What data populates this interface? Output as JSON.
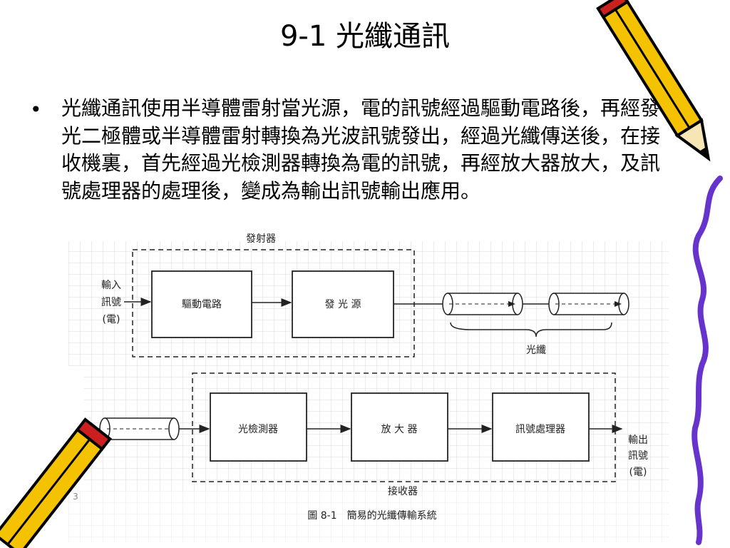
{
  "slide": {
    "title": "9-1 光纖通訊",
    "bullet": "光纖通訊使用半導體雷射當光源，電的訊號經過驅動電路後，再經發光二極體或半導體雷射轉換為光波訊號發出，經過光纖傳送後，在接收機裏，首先經過光檢測器轉換為電的訊號，再經放大器放大，及訊號處理器的處理後，變成為輸出訊號輸出應用。"
  },
  "diagram": {
    "transmitter_label": "發射器",
    "receiver_label": "接收器",
    "fiber_label": "光纖",
    "input_label": [
      "輸入",
      "訊號",
      "(電)"
    ],
    "output_label": [
      "輸出",
      "訊號",
      "(電)"
    ],
    "blocks": {
      "drive_circuit": "驅動電路",
      "light_source": "發 光 源",
      "photodetector": "光檢測器",
      "amplifier": "放 大 器",
      "signal_processor": "訊號處理器"
    },
    "caption": "圖 8-1　簡易的光纖傳輸系統",
    "page_mark": "3"
  },
  "colors": {
    "pencil_yellow": "#F5C200",
    "pencil_black": "#000000",
    "squiggle_purple": "#6633CC",
    "pencil_red": "#CC2020",
    "grid": "#D9D9D9"
  },
  "icons": [
    "pencil-icon",
    "pencil-icon",
    "squiggle-line"
  ]
}
